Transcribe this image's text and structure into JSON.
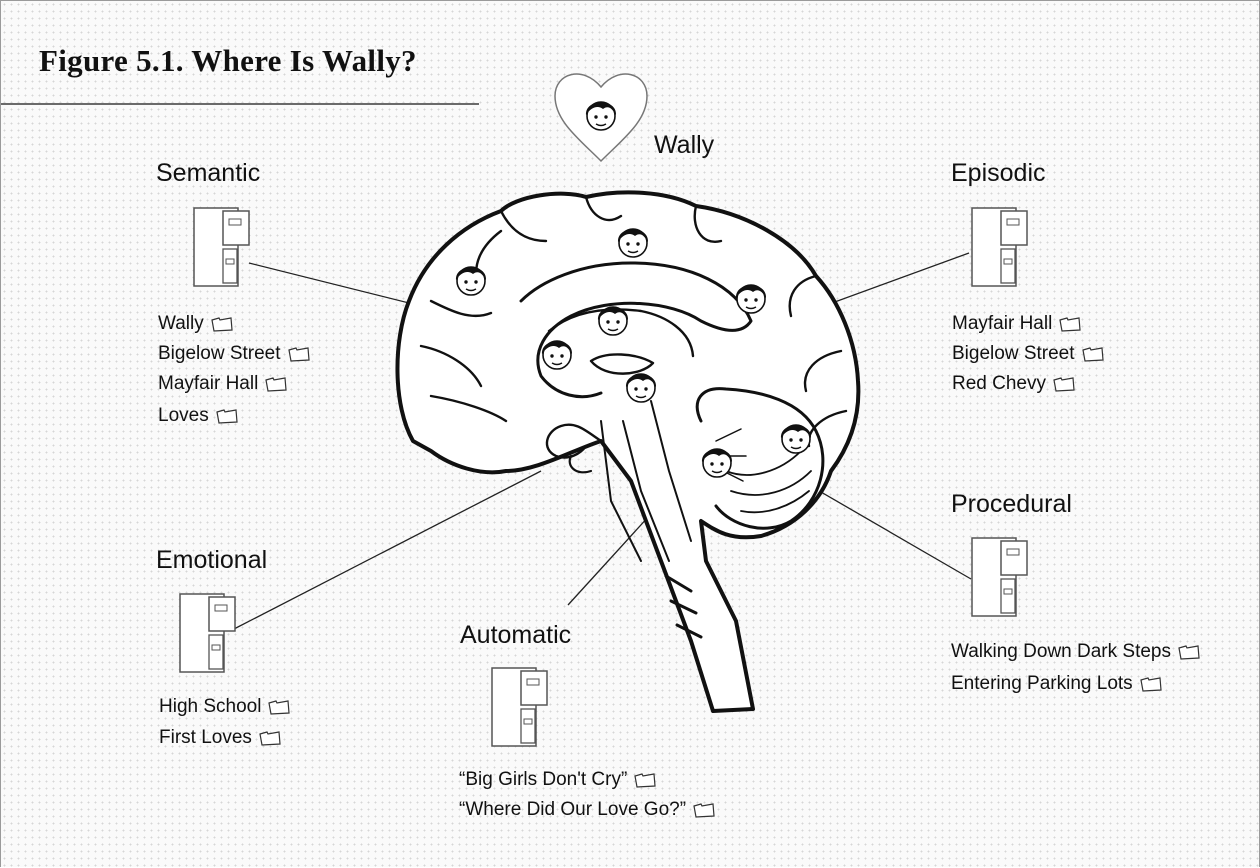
{
  "title": "Figure 5.1.  Where Is Wally?",
  "center_label": "Wally",
  "categories": {
    "semantic": {
      "heading": "Semantic",
      "items": [
        "Wally",
        "Bigelow Street",
        "Mayfair Hall",
        "Loves"
      ]
    },
    "episodic": {
      "heading": "Episodic",
      "items": [
        "Mayfair Hall",
        "Bigelow Street",
        "Red Chevy"
      ]
    },
    "procedural": {
      "heading": "Procedural",
      "items": [
        "Walking Down Dark Steps",
        "Entering Parking Lots"
      ]
    },
    "emotional": {
      "heading": "Emotional",
      "items": [
        "High School",
        "First Loves"
      ]
    },
    "automatic": {
      "heading": "Automatic",
      "items": [
        "“Big Girls Don't Cry”",
        "“Where Did Our Love Go?”"
      ]
    }
  },
  "icons": {
    "cabinet": "file-cabinet-icon",
    "folder": "folder-icon",
    "face": "wally-face-icon",
    "heart": "heart-icon"
  }
}
